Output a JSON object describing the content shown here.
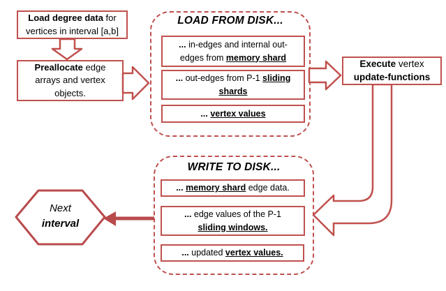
{
  "colors": {
    "accent": "#c0504d",
    "text": "#000000",
    "background": "#ffffff"
  },
  "flow": {
    "load_degree": {
      "l1_bold": "Load degree data",
      "l1_rest": " for",
      "l2": "vertices in interval [a,b]"
    },
    "preallocate": {
      "l1_bold": "Preallocate",
      "l1_rest": " edge",
      "l2": "arrays and vertex",
      "l3": "objects."
    },
    "load_disk": {
      "title": "LOAD FROM DISK...",
      "items": [
        {
          "l1_dots": "...",
          "l1_rest": " in-edges and internal out-",
          "l2_pre": "edges from ",
          "l2_underline": "memory shard"
        },
        {
          "l1_dots": "...",
          "l1_rest": " out-edges from P-1 ",
          "l1_underline": "sliding",
          "l2_underline": "shards"
        },
        {
          "dots": "...",
          "spacer": " ",
          "underline": "vertex values"
        }
      ]
    },
    "execute": {
      "l1_bold": "Execute",
      "l1_rest": " vertex",
      "l2_bold": "update-functions"
    },
    "write_disk": {
      "title": "WRITE TO DISK...",
      "items": [
        {
          "dots": "...",
          "spacer": " ",
          "underline": "memory shard",
          "rest": " edge data."
        },
        {
          "l1_dots": "...",
          "l1_rest": " edge values of the P-1",
          "l2_underline": "sliding windows."
        },
        {
          "dots": "...",
          "rest": " updated ",
          "underline": "vertex values."
        }
      ]
    },
    "next_interval": {
      "l1": "Next",
      "l2": "interval"
    }
  }
}
